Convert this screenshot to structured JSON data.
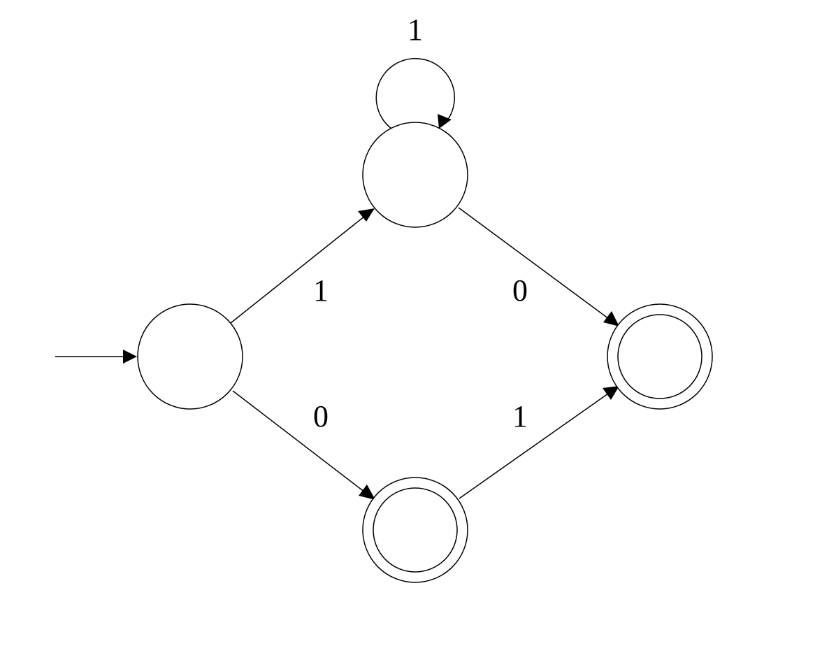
{
  "automaton": {
    "states": [
      {
        "id": "q0",
        "accepting": false,
        "start": true
      },
      {
        "id": "q1",
        "accepting": false,
        "start": false
      },
      {
        "id": "q2",
        "accepting": true,
        "start": false
      },
      {
        "id": "q3",
        "accepting": true,
        "start": false
      }
    ],
    "transitions": [
      {
        "from": "q1",
        "to": "q1",
        "symbol": "1"
      },
      {
        "from": "q0",
        "to": "q1",
        "symbol": "1"
      },
      {
        "from": "q1",
        "to": "q3",
        "symbol": "0"
      },
      {
        "from": "q0",
        "to": "q2",
        "symbol": "0"
      },
      {
        "from": "q2",
        "to": "q3",
        "symbol": "1"
      }
    ]
  },
  "colors": {
    "stroke": "#000000",
    "background": "#ffffff"
  }
}
